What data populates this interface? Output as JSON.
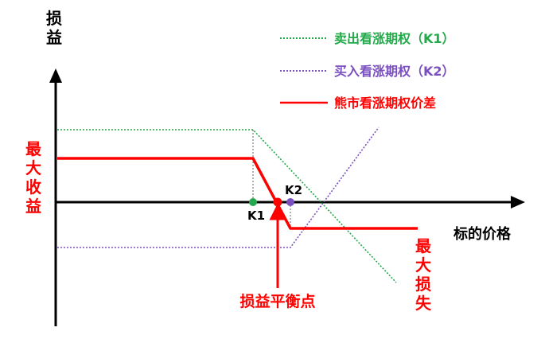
{
  "y_axis_label": "损益",
  "x_axis_label": "标的价格",
  "legend": [
    {
      "label": "卖出看涨期权（K1）",
      "color": "#22a94a",
      "style": "dotted"
    },
    {
      "label": "买入看涨期权（K2）",
      "color": "#7a4fbf",
      "style": "dotted"
    },
    {
      "label": "熊市看涨期权价差",
      "color": "#ff0000",
      "style": "solid"
    }
  ],
  "max_profit_label": "最大收益",
  "max_loss_label": "最大损失",
  "breakeven_label": "损益平衡点",
  "k1_label": "K1",
  "k2_label": "K2",
  "colors": {
    "axis": "#000000",
    "spread": "#ff0000",
    "short_call": "#22a94a",
    "long_call": "#7a4fbf",
    "guide": "#666666"
  }
}
